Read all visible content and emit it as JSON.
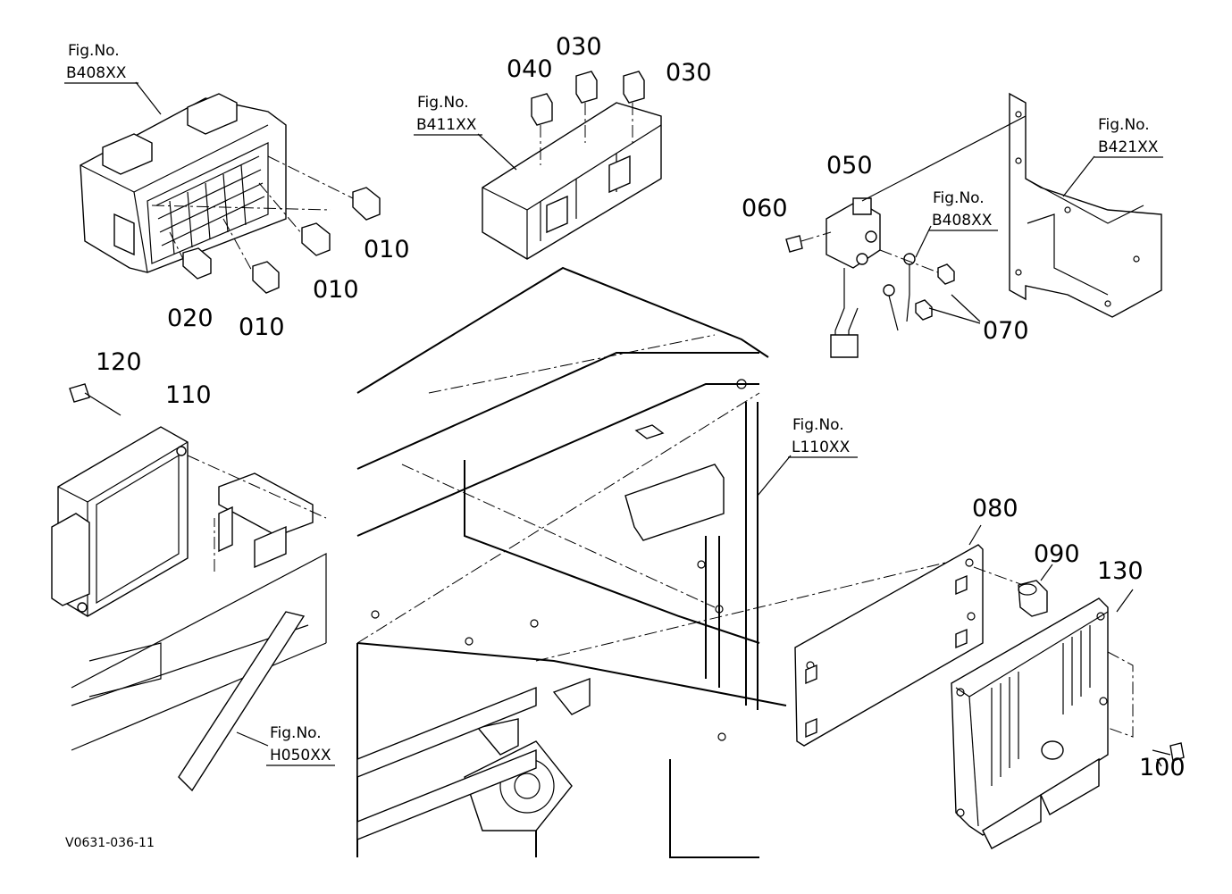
{
  "callouts": {
    "c010a": "010",
    "c010b": "010",
    "c010c": "010",
    "c020": "020",
    "c030a": "030",
    "c030b": "030",
    "c040": "040",
    "c050": "050",
    "c060": "060",
    "c070": "070",
    "c080": "080",
    "c090": "090",
    "c100": "100",
    "c110": "110",
    "c120": "120",
    "c130": "130"
  },
  "figrefs": {
    "b408_top": {
      "label": "Fig.No.",
      "code": "B408XX"
    },
    "b411": {
      "label": "Fig.No.",
      "code": "B411XX"
    },
    "b421": {
      "label": "Fig.No.",
      "code": "B421XX"
    },
    "b408_mid": {
      "label": "Fig.No.",
      "code": "B408XX"
    },
    "l110": {
      "label": "Fig.No.",
      "code": "L110XX"
    },
    "h050": {
      "label": "Fig.No.",
      "code": "H050XX"
    }
  },
  "document_id": "V0631-036-11"
}
